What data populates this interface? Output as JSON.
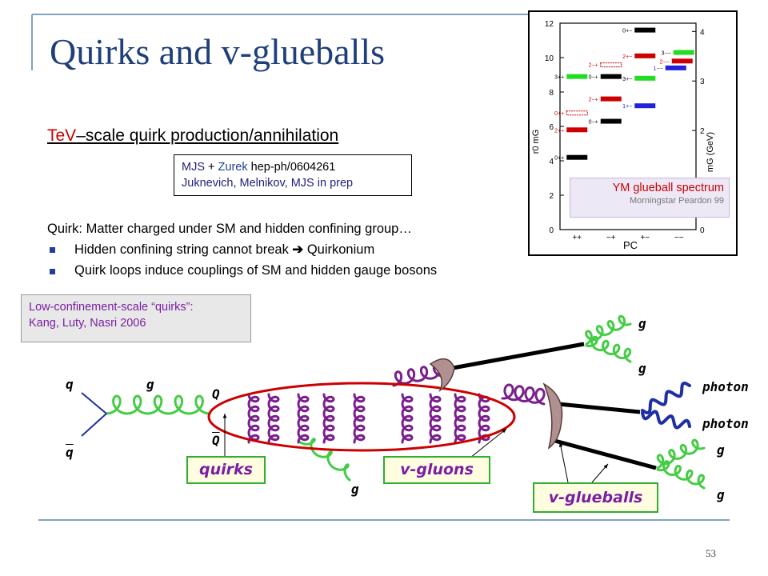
{
  "slide": {
    "title": "Quirks and v-glueballs",
    "subtitle_red": "TeV",
    "subtitle_rest": "–scale quirk production/annihilation",
    "page_number": "53"
  },
  "refs": {
    "line1_a": "MJS",
    "line1_plus": " + ",
    "line1_b": "Zurek",
    "line1_c": " hep-ph/0604261",
    "line2": "Juknevich, Melnikov, MJS  in prep"
  },
  "intro": "Quirk: Matter charged under SM and hidden confining group…",
  "bullets": [
    {
      "pre": "Hidden confining string cannot break ",
      "arrow": "➔",
      "post": " Quirkonium"
    },
    {
      "text": "Quirk loops induce couplings of SM and hidden gauge bosons"
    }
  ],
  "low_box": {
    "line1": "Low-confinement-scale “quirks”:",
    "line2": "Kang, Luty, Nasri 2006"
  },
  "diagram": {
    "labels": {
      "q": "q",
      "qbar": "q",
      "g_in": "g",
      "Q": "Q",
      "Qbar": "Q",
      "g_bottom": "g",
      "g_top1": "g",
      "g_top2": "g",
      "photon1": "photon",
      "photon2": "photon",
      "g_right1": "g",
      "g_right2": "g"
    },
    "boxes": {
      "quirks": "quirks",
      "vgluons": "v-gluons",
      "vglueballs": "v-glueballs"
    },
    "colors": {
      "gluon": "#44cc44",
      "vgluon": "#7a1f8c",
      "photon": "#1f2fa3",
      "loop": "#cc0000"
    }
  },
  "chart_data": {
    "type": "scatter",
    "title": "",
    "caption": "YM glueball spectrum",
    "citation": "Morningstar Peardon 99",
    "xlabel": "PC",
    "ylabel_left": "r0 mG",
    "ylabel_right": "mG (GeV)",
    "xcategories": [
      "++",
      "−+",
      "+−",
      "−−"
    ],
    "ylim": [
      0,
      12
    ],
    "yticks": [
      0,
      2,
      4,
      6,
      8,
      10,
      12
    ],
    "right_ylim": [
      0,
      4
    ],
    "right_yticks": [
      0,
      1,
      2,
      3,
      4
    ],
    "grid": false,
    "legend": "none",
    "states": [
      {
        "pc": "++",
        "label": "0++",
        "value": 4.2,
        "color": "#000000"
      },
      {
        "pc": "++",
        "label": "2++",
        "value": 5.8,
        "color": "#cc0000"
      },
      {
        "pc": "++",
        "label": "0++",
        "value": 6.8,
        "color": "#cc0000",
        "dashed": true
      },
      {
        "pc": "++",
        "label": "3++",
        "value": 8.9,
        "color": "#22dd22"
      },
      {
        "pc": "−+",
        "label": "0−+",
        "value": 6.3,
        "color": "#000000"
      },
      {
        "pc": "−+",
        "label": "2−+",
        "value": 7.6,
        "color": "#cc0000"
      },
      {
        "pc": "−+",
        "label": "0−+",
        "value": 8.9,
        "color": "#000000"
      },
      {
        "pc": "−+",
        "label": "2−+",
        "value": 9.6,
        "color": "#cc0000",
        "dashed": true
      },
      {
        "pc": "+−",
        "label": "1+−",
        "value": 7.2,
        "color": "#2222dd"
      },
      {
        "pc": "+−",
        "label": "3+−",
        "value": 8.8,
        "color": "#22dd22"
      },
      {
        "pc": "+−",
        "label": "2+−",
        "value": 10.1,
        "color": "#cc0000"
      },
      {
        "pc": "+−",
        "label": "0+−",
        "value": 11.6,
        "color": "#000000"
      },
      {
        "pc": "−−",
        "label": "1−−",
        "value": 9.4,
        "color": "#2222dd"
      },
      {
        "pc": "−−",
        "label": "2−−",
        "value": 9.8,
        "color": "#cc0000"
      },
      {
        "pc": "−−",
        "label": "3−−",
        "value": 10.3,
        "color": "#22dd22"
      }
    ]
  }
}
